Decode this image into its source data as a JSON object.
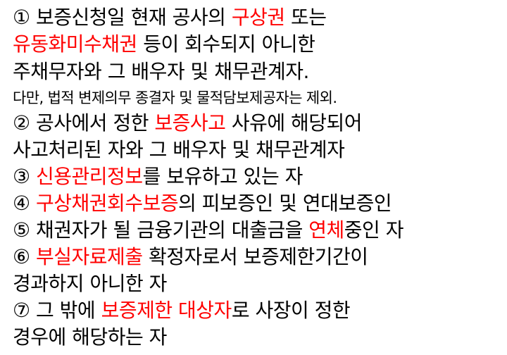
{
  "colors": {
    "text": "#000000",
    "highlight": "#ff0000",
    "background": "#ffffff"
  },
  "lines": [
    {
      "segments": [
        {
          "text": "① 보증신청일 현재 공사의 "
        },
        {
          "text": "구상권",
          "highlight": true
        },
        {
          "text": " 또는"
        }
      ]
    },
    {
      "segments": [
        {
          "text": "유동화미수채권",
          "highlight": true
        },
        {
          "text": " 등이 회수되지 아니한"
        }
      ]
    },
    {
      "segments": [
        {
          "text": "주채무자와 그 배우자 및 채무관계자."
        }
      ]
    },
    {
      "small": true,
      "segments": [
        {
          "text": "다만, 법적 변제의무 종결자 및 물적담보제공자는 제외."
        }
      ]
    },
    {
      "segments": [
        {
          "text": "② 공사에서 정한 "
        },
        {
          "text": "보증사고",
          "highlight": true
        },
        {
          "text": " 사유에 해당되어"
        }
      ]
    },
    {
      "segments": [
        {
          "text": "사고처리된 자와 그 배우자 및 채무관계자"
        }
      ]
    },
    {
      "segments": [
        {
          "text": "③ "
        },
        {
          "text": "신용관리정보",
          "highlight": true
        },
        {
          "text": "를 보유하고 있는 자"
        }
      ]
    },
    {
      "segments": [
        {
          "text": "④ "
        },
        {
          "text": "구상채권회수보증",
          "highlight": true
        },
        {
          "text": "의 피보증인 및 연대보증인"
        }
      ]
    },
    {
      "segments": [
        {
          "text": "⑤ 채권자가 될 금융기관의 대출금을 "
        },
        {
          "text": "연체",
          "highlight": true
        },
        {
          "text": "중인 자"
        }
      ]
    },
    {
      "segments": [
        {
          "text": "⑥ "
        },
        {
          "text": "부실자료제출",
          "highlight": true
        },
        {
          "text": " 확정자로서 보증제한기간이"
        }
      ]
    },
    {
      "segments": [
        {
          "text": "경과하지 아니한 자"
        }
      ]
    },
    {
      "segments": [
        {
          "text": "⑦ 그 밖에 "
        },
        {
          "text": "보증제한 대상자",
          "highlight": true
        },
        {
          "text": "로 사장이 정한"
        }
      ]
    },
    {
      "segments": [
        {
          "text": "경우에 해당하는 자"
        }
      ]
    }
  ]
}
